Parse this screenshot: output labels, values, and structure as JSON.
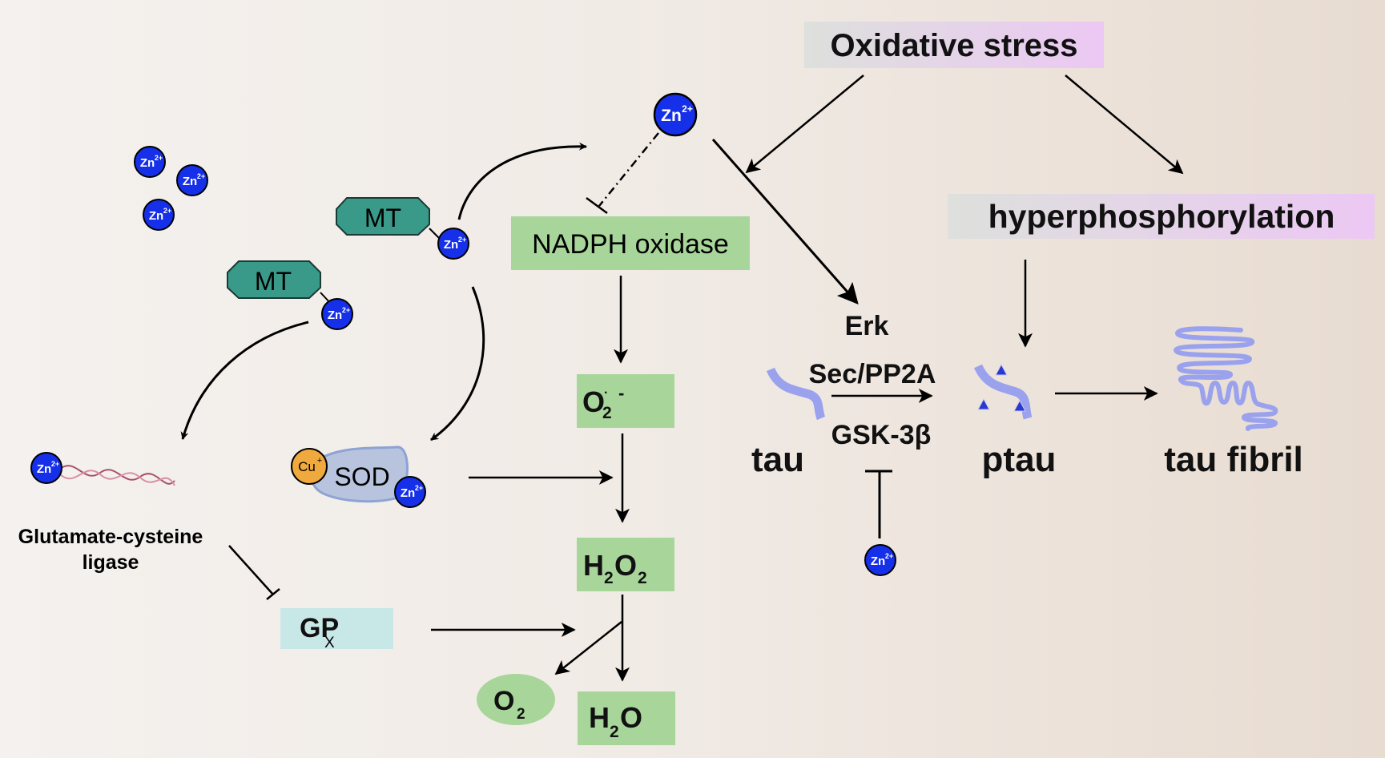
{
  "figure": {
    "title": "Zinc, oxidative stress and tau pathology pathway",
    "colors": {
      "zinc_ion": "#1530e8",
      "copper_ion": "#f0a93c",
      "metallothionein": "#3a9a8a",
      "green_box": "#a8d69a",
      "gpx_box": "#c8e8e8",
      "stress_box_start": "#dde0dc",
      "stress_box_end": "#ecc8f4",
      "tau_strand": "#9aa2ee",
      "phosphate_marker": "#2838d0"
    }
  },
  "ions": {
    "zinc": {
      "base": "Zn",
      "charge": "2+"
    },
    "copper": {
      "base": "Cu",
      "charge": "+"
    }
  },
  "nodes": {
    "oxidative_stress": "Oxidative stress",
    "hyperphosphorylation": "hyperphosphorylation",
    "mt_top": "MT",
    "mt_bottom": "MT",
    "nadph_oxidase": "NADPH oxidase",
    "superoxide": {
      "base": "O",
      "radical": "·",
      "sub": "2",
      "charge": "-"
    },
    "h2o2": {
      "p1": "H",
      "s1": "2",
      "p2": "O",
      "s2": "2"
    },
    "h2o": {
      "p1": "H",
      "s1": "2",
      "p2": "O"
    },
    "o2": {
      "p1": "O",
      "s1": "2"
    },
    "sod": "SOD",
    "gpx": {
      "base": "GP",
      "sub": "X"
    },
    "gcl_line1": "Glutamate-cysteine",
    "gcl_line2": "ligase",
    "erk": "Erk",
    "sec_pp2a": "Sec/PP2A",
    "gsk3b": "GSK-3β",
    "tau": "tau",
    "ptau": "ptau",
    "tau_fibril": "tau fibril"
  },
  "edges": [
    {
      "from": "Oxidative stress",
      "to": "Zn2+ → Erk path",
      "type": "activation"
    },
    {
      "from": "Oxidative stress",
      "to": "hyperphosphorylation",
      "type": "activation"
    },
    {
      "from": "Zn2+",
      "to": "Erk",
      "type": "activation"
    },
    {
      "from": "Zn2+",
      "to": "NADPH oxidase",
      "type": "inhibition (dashed)"
    },
    {
      "from": "MT-Zn2+",
      "to": "Zn2+ (free)",
      "type": "release"
    },
    {
      "from": "MT-Zn2+",
      "to": "SOD",
      "type": "supply"
    },
    {
      "from": "MT-Zn2+",
      "to": "Glutamate-cysteine ligase",
      "type": "supply"
    },
    {
      "from": "NADPH oxidase",
      "to": "O2·-",
      "type": "activation"
    },
    {
      "from": "O2·-",
      "to": "H2O2",
      "type": "conversion"
    },
    {
      "from": "SOD",
      "to": "O2·- → H2O2",
      "type": "catalysis"
    },
    {
      "from": "Glutamate-cysteine ligase",
      "to": "GPx",
      "type": "activation"
    },
    {
      "from": "GPx",
      "to": "H2O2 → H2O + O2",
      "type": "catalysis"
    },
    {
      "from": "H2O2",
      "to": "H2O",
      "type": "conversion"
    },
    {
      "from": "H2O2",
      "to": "O2",
      "type": "conversion"
    },
    {
      "from": "tau",
      "to": "ptau",
      "type": "phosphorylation"
    },
    {
      "from": "Zn2+",
      "to": "GSK-3β",
      "type": "inhibition"
    },
    {
      "from": "hyperphosphorylation",
      "to": "ptau",
      "type": "activation"
    },
    {
      "from": "ptau",
      "to": "tau fibril",
      "type": "aggregation"
    }
  ]
}
